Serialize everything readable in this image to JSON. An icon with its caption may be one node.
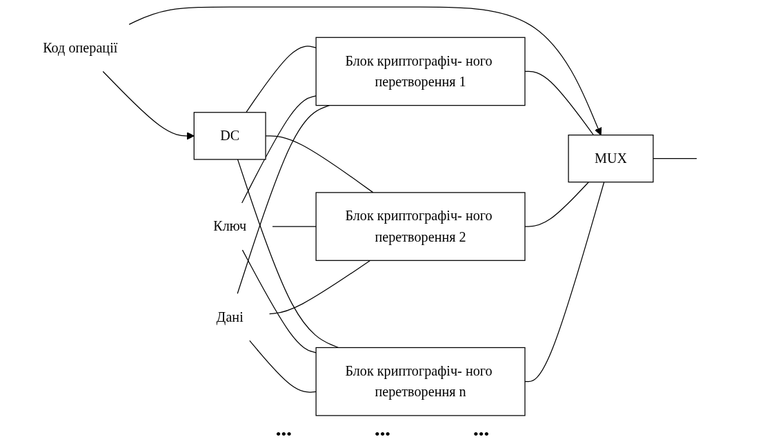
{
  "diagram": {
    "nodes": [
      {
        "text": [
          "Код операції"
        ]
      },
      {
        "text": [
          "Ключ"
        ]
      },
      {
        "text": [
          "Дані"
        ]
      },
      {
        "text": [
          "DC"
        ]
      },
      {
        "text": [
          "Блок криптографіч- ного перетворення 1"
        ]
      },
      {
        "text": [
          "Блок криптографіч- ного перетворення 2"
        ]
      },
      {
        "text": [
          "Блок криптографіч- ного перетворення n"
        ]
      },
      {
        "text": [
          "MUX"
        ]
      }
    ],
    "edges": [
      {
        "from": 0,
        "to": 3,
        "arrow": "to"
      },
      {
        "from": 0,
        "to": 7,
        "arrow": "to"
      },
      {
        "from": 3,
        "to": 4,
        "arrow": "none"
      },
      {
        "from": 3,
        "to": 5,
        "arrow": "none"
      },
      {
        "from": 3,
        "to": 6,
        "arrow": "none"
      },
      {
        "from": 1,
        "to": 4,
        "arrow": "none"
      },
      {
        "from": 1,
        "to": 5,
        "arrow": "none"
      },
      {
        "from": 1,
        "to": 6,
        "arrow": "none"
      },
      {
        "from": 2,
        "to": 4,
        "arrow": "none"
      },
      {
        "from": 2,
        "to": 5,
        "arrow": "none"
      },
      {
        "from": 2,
        "to": 6,
        "arrow": "none"
      },
      {
        "from": 4,
        "to": 7,
        "arrow": "none"
      },
      {
        "from": 5,
        "to": 7,
        "arrow": "none"
      },
      {
        "from": 6,
        "to": 7,
        "arrow": "none"
      },
      {
        "from": 7,
        "to": null,
        "arrow": "none"
      }
    ],
    "labels": [
      "•••",
      "•••",
      "•••"
    ]
  }
}
